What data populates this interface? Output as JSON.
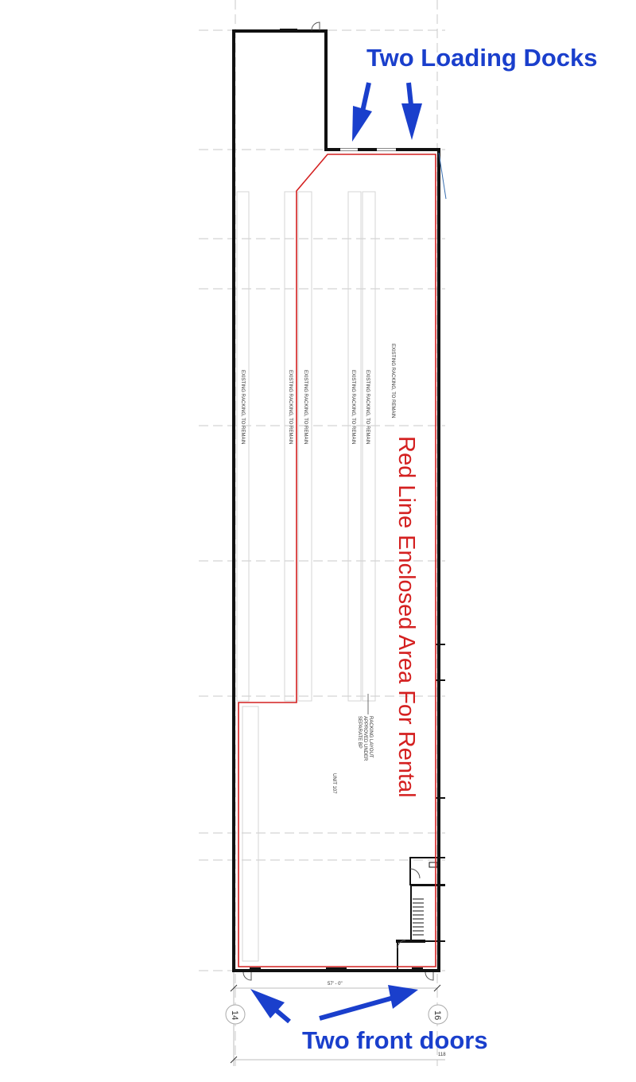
{
  "annotations": {
    "loading_docks": "Two Loading Docks",
    "front_doors": "Two front doors",
    "rental_area": "Red Line Enclosed Area For Rental"
  },
  "plan_labels": {
    "racking": [
      "EXISTING RACKING, TO REMAIN",
      "EXISTING RACKING, TO REMAIN",
      "EXISTING RACKING, TO REMAIN",
      "EXISTING RACKING, TO REMAIN",
      "EXISTING RACKING, TO REMAIN",
      "EXISTING RACKING, TO REMAIN"
    ],
    "racking_note": [
      "RACKING LAYOUT",
      "APPROVED UNDER",
      "SEPARATE BP"
    ],
    "unit": "UNIT 107",
    "dimension": "57' - 0\"",
    "dimension_partial": "118"
  },
  "grid_bubbles": [
    "14",
    "16"
  ],
  "colors": {
    "annotation_blue": "#1a3fcc",
    "rental_red": "#d42020",
    "wall": "#111111"
  }
}
